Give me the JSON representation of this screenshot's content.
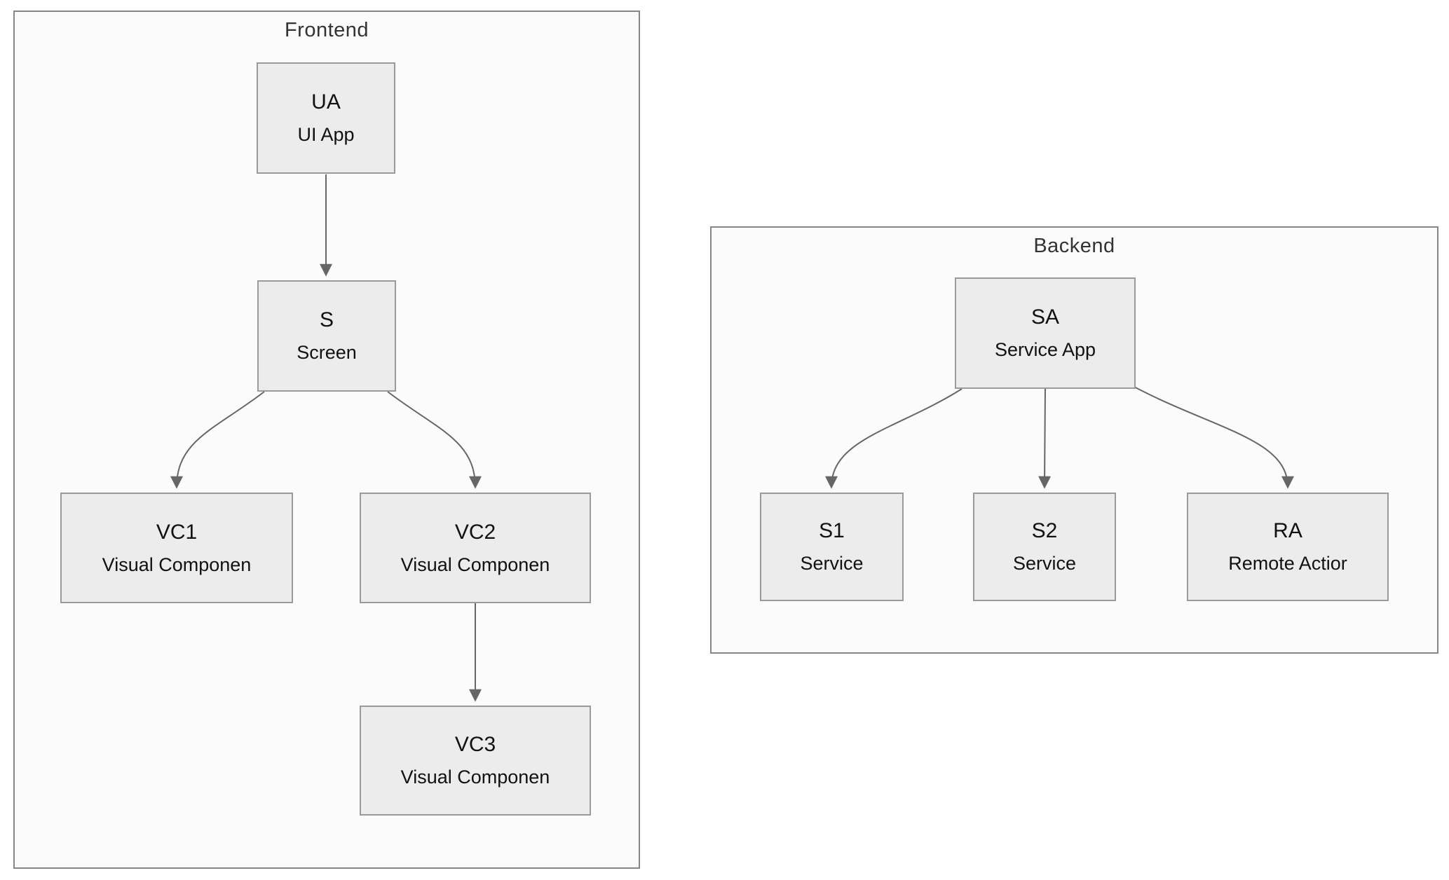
{
  "diagram": {
    "type": "flowchart",
    "containers": [
      {
        "id": "frontend",
        "label": "Frontend"
      },
      {
        "id": "backend",
        "label": "Backend"
      }
    ],
    "nodes": {
      "ua": {
        "title": "UA",
        "subtitle": "UI App"
      },
      "s": {
        "title": "S",
        "subtitle": "Screen"
      },
      "vc1": {
        "title": "VC1",
        "subtitle": "Visual Componen"
      },
      "vc2": {
        "title": "VC2",
        "subtitle": "Visual Componen"
      },
      "vc3": {
        "title": "VC3",
        "subtitle": "Visual Componen"
      },
      "sa": {
        "title": "SA",
        "subtitle": "Service App"
      },
      "s1": {
        "title": "S1",
        "subtitle": "Service"
      },
      "s2": {
        "title": "S2",
        "subtitle": "Service"
      },
      "ra": {
        "title": "RA",
        "subtitle": "Remote Actior"
      }
    },
    "edges": [
      {
        "from": "UA",
        "to": "S",
        "arrow": "down"
      },
      {
        "from": "S",
        "to": "VC1",
        "arrow": "down"
      },
      {
        "from": "S",
        "to": "VC2",
        "arrow": "down"
      },
      {
        "from": "VC2",
        "to": "VC3",
        "arrow": "down"
      },
      {
        "from": "SA",
        "to": "S1",
        "arrow": "down"
      },
      {
        "from": "SA",
        "to": "S2",
        "arrow": "down"
      },
      {
        "from": "SA",
        "to": "RA",
        "arrow": "down"
      }
    ],
    "colors": {
      "node_fill": "#ececec",
      "node_border": "#9a9a9a",
      "container_fill": "#fbfbfb",
      "container_border": "#868686",
      "edge_stroke": "#666666",
      "text": "#111111",
      "label_text": "#333333",
      "background": "#ffffff"
    }
  }
}
